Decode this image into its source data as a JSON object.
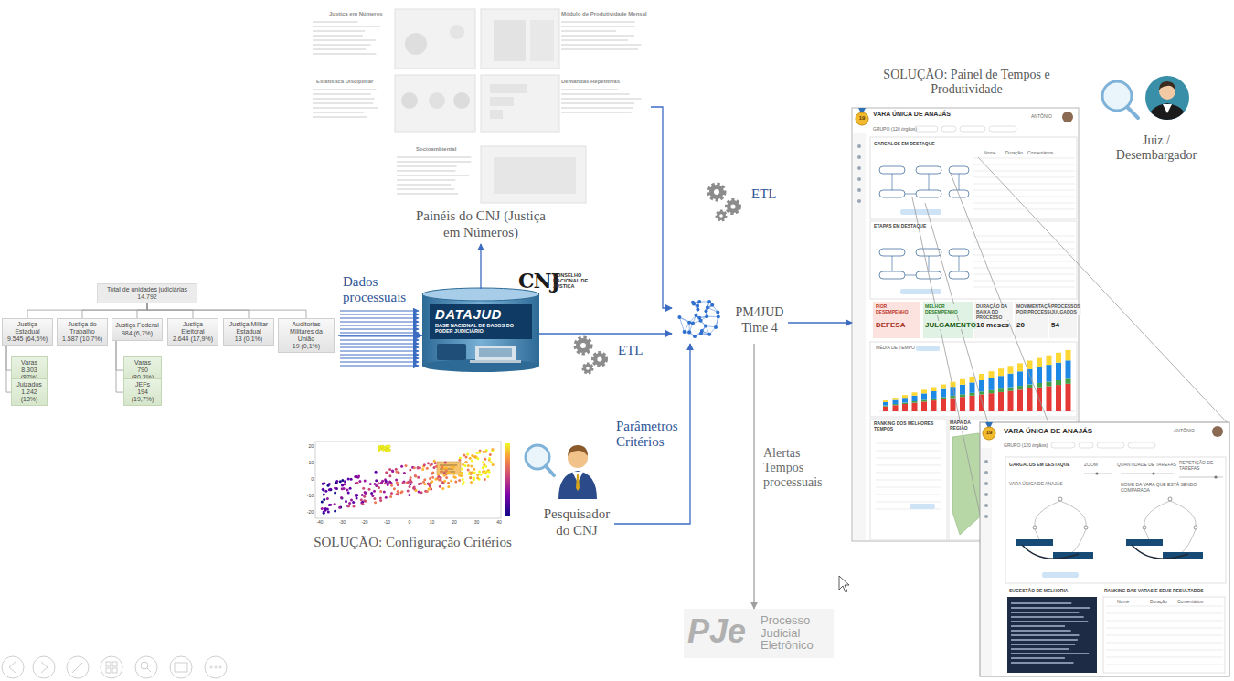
{
  "diagram": {
    "nodes": [
      {
        "text": [
          "Total de unidades judiciárias",
          "14.792"
        ]
      },
      {
        "text": [
          "Justiça Estadual",
          "9.545 (64,5%)"
        ]
      },
      {
        "text": [
          "Varas",
          "8.303 (87%)"
        ]
      },
      {
        "text": [
          "Juizados",
          "1.242 (13%)"
        ]
      },
      {
        "text": [
          "Justiça do Trabalho",
          "1.587 (10,7%)"
        ]
      },
      {
        "text": [
          "Justiça Federal",
          "984 (6,7%)"
        ]
      },
      {
        "text": [
          "Varas",
          "790 (80,3%)"
        ]
      },
      {
        "text": [
          "JEFs",
          "194 (19,7%)"
        ]
      },
      {
        "text": [
          "Justiça Eleitoral",
          "2.644 (17,9%)"
        ]
      },
      {
        "text": [
          "Justiça Militar Estadual",
          "13 (0,1%)"
        ]
      },
      {
        "text": [
          "Auditorias Militares da União",
          "19 (0,1%)"
        ]
      },
      {
        "text": [
          "Painéis do CNJ (Justiça em Números)"
        ]
      },
      {
        "text": [
          "DATAJUD",
          "BASE NACIONAL DE DADOS DO PODER JUDICIÁRIO"
        ]
      },
      {
        "text": [
          "PM4JUD Time 4"
        ]
      },
      {
        "text": [
          "SOLUÇÃO: Configuração Critérios"
        ]
      },
      {
        "text": [
          "Pesquisador do CNJ"
        ]
      },
      {
        "text": [
          "SOLUÇÃO: Painel de Tempos e Produtividade"
        ]
      },
      {
        "text": [
          "Juiz / Desembargador"
        ]
      },
      {
        "text": [
          "PJe",
          "Processo Judicial Eletrônico"
        ]
      }
    ],
    "edges": [
      {
        "from": 0,
        "to": 1,
        "arrow": "none"
      },
      {
        "from": 0,
        "to": 4,
        "arrow": "none"
      },
      {
        "from": 0,
        "to": 5,
        "arrow": "none"
      },
      {
        "from": 0,
        "to": 8,
        "arrow": "none"
      },
      {
        "from": 0,
        "to": 9,
        "arrow": "none"
      },
      {
        "from": 0,
        "to": 10,
        "arrow": "none"
      },
      {
        "from": 1,
        "to": 2,
        "arrow": "none"
      },
      {
        "from": 1,
        "to": 3,
        "arrow": "none"
      },
      {
        "from": 5,
        "to": 6,
        "arrow": "none"
      },
      {
        "from": 5,
        "to": 7,
        "arrow": "none"
      },
      {
        "from": 10,
        "to": 12,
        "label": "Dados processuais",
        "arrow": "to"
      },
      {
        "from": 12,
        "to": 11,
        "arrow": "to"
      },
      {
        "from": 12,
        "to": 13,
        "label": "ETL",
        "arrow": "to"
      },
      {
        "from": 11,
        "to": 13,
        "label": "ETL",
        "arrow": "to"
      },
      {
        "from": 15,
        "to": 13,
        "label": "Parâmetros Critérios",
        "arrow": "to"
      },
      {
        "from": 13,
        "to": 16,
        "arrow": "to"
      },
      {
        "from": 13,
        "to": 18,
        "label": "Alertas Tempos processuais",
        "arrow": "to"
      }
    ],
    "labels": [
      "Justiça em Números",
      "Módulo de Produtividade Mensal",
      "Estatística Disciplinar",
      "Demandas Repetitivas",
      "Socioambiental",
      "CNJ",
      "CONSELHO NACIONAL DE JUSTIÇA",
      "19",
      "VARA ÚNICA DE ANAJÁS",
      "ANTÔNIO",
      "GRUPO (120 órgãos)",
      "GARGALOS EM DESTAQUE",
      "Nome",
      "Duração",
      "Comentários",
      "ETAPAS EM DESTAQUE",
      "PIOR DESEMPENHO",
      "DEFESA",
      "MELHOR DESEMPENHO",
      "JULGAMENTO",
      "DURAÇÃO DA BAIXA DO PROCESSO",
      "10 meses",
      "MOVIMENTAÇÃO POR PROCESSO",
      "20",
      "PROCESSOS JULGADOS",
      "54",
      "MÉDIA DE TEMPO",
      "RANKING DOS MELHORES TEMPOS",
      "MAPA DA REGIÃO",
      "19",
      "VARA ÚNICA DE ANAJÁS",
      "ANTÔNIO",
      "GRUPO (120 órgãos)",
      "GARGALOS EM DESTAQUE",
      "ZOOM",
      "QUANTIDADE DE TAREFAS",
      "REPETIÇÃO DE TAREFAS",
      "VARA ÚNICA DE ANAJÁS",
      "NOME DA VARA QUE ESTÁ SENDO COMPARADA",
      "SUGESTÃO DE MELHORIA",
      "RANKING DAS VARAS E SEUS RESULTADOS",
      "Nome",
      "Duração",
      "Comentários",
      "-40",
      "-30",
      "-20",
      "-10",
      "0",
      "10",
      "20",
      "30",
      "40",
      "20",
      "10",
      "0",
      "-10",
      "-20"
    ]
  }
}
